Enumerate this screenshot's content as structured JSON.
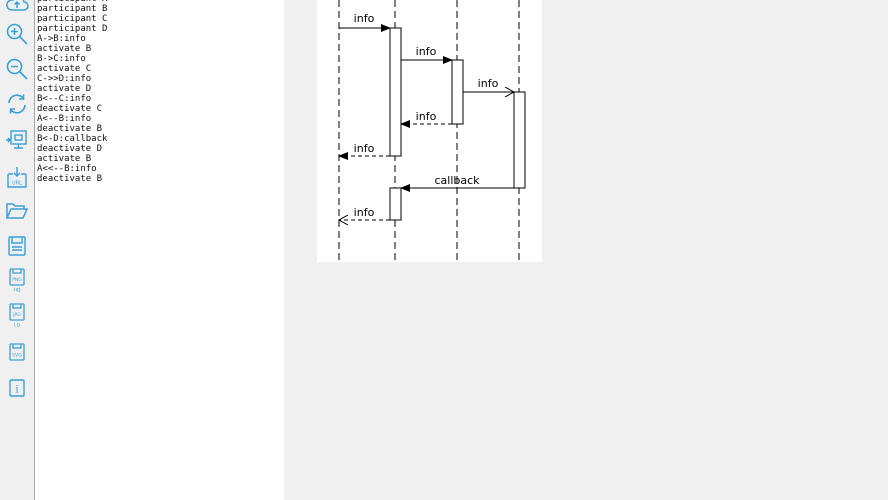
{
  "toolbar": {
    "icons": [
      "cloud-upload-icon",
      "zoom-in-icon",
      "zoom-out-icon",
      "refresh-icon",
      "present-icon",
      "url-export-icon",
      "open-folder-icon",
      "save-icon",
      "png-hq-export-icon",
      "jpg-lq-export-icon",
      "svg-export-icon",
      "info-icon"
    ],
    "labels": {
      "url": "URL",
      "png": "PNG",
      "hq": "HQ",
      "jpg": "JPG",
      "lq": "LQ",
      "svg": "SVG",
      "info": "i"
    },
    "accent": "#3aa0d8"
  },
  "editor": {
    "code": "participant A\nparticipant B\nparticipant C\nparticipant D\nA->B:info\nactivate B\nB->C:info\nactivate C\nC->>D:info\nactivate D\nB<--C:info\ndeactivate C\nA<--B:info\ndeactivate B\nB<-D:callback\ndeactivate D\nactivate B\nA<<--B:info\ndeactivate B"
  },
  "diagram": {
    "messages": [
      "info",
      "info",
      "info",
      "info",
      "info",
      "callback",
      "info"
    ]
  }
}
